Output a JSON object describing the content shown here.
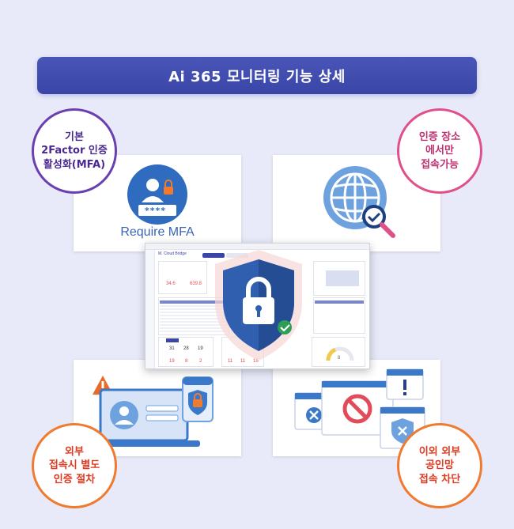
{
  "banner": {
    "title": "Ai 365 모니터링 기능 상세"
  },
  "badges": {
    "mfa": [
      "기본",
      "2Factor 인증",
      "활성화(MFA)"
    ],
    "region": [
      "인증 장소",
      "에서만",
      "접속가능"
    ],
    "external": [
      "외부",
      "접속시 별도",
      "인증 절차"
    ],
    "block": [
      "이외 외부",
      "공인망",
      "접속 차단"
    ]
  },
  "cards": {
    "mfa_caption": "Require MFA",
    "pin_mask": "****"
  },
  "dashboard": {
    "logo": "M. Cloud Bridge",
    "stats": [
      "34.6",
      "639.8"
    ],
    "counts": [
      "31",
      "28",
      "19"
    ],
    "counts2": [
      "19",
      "8",
      "2"
    ],
    "counts3": [
      "11",
      "11",
      "15"
    ],
    "gauge_value": "8"
  },
  "colors": {
    "banner": "#3a45a8",
    "purple": "#6a3fb0",
    "pink": "#e0508a",
    "orange": "#f07a30",
    "shield": "#2f5fae",
    "globe": "#3a78c9"
  }
}
